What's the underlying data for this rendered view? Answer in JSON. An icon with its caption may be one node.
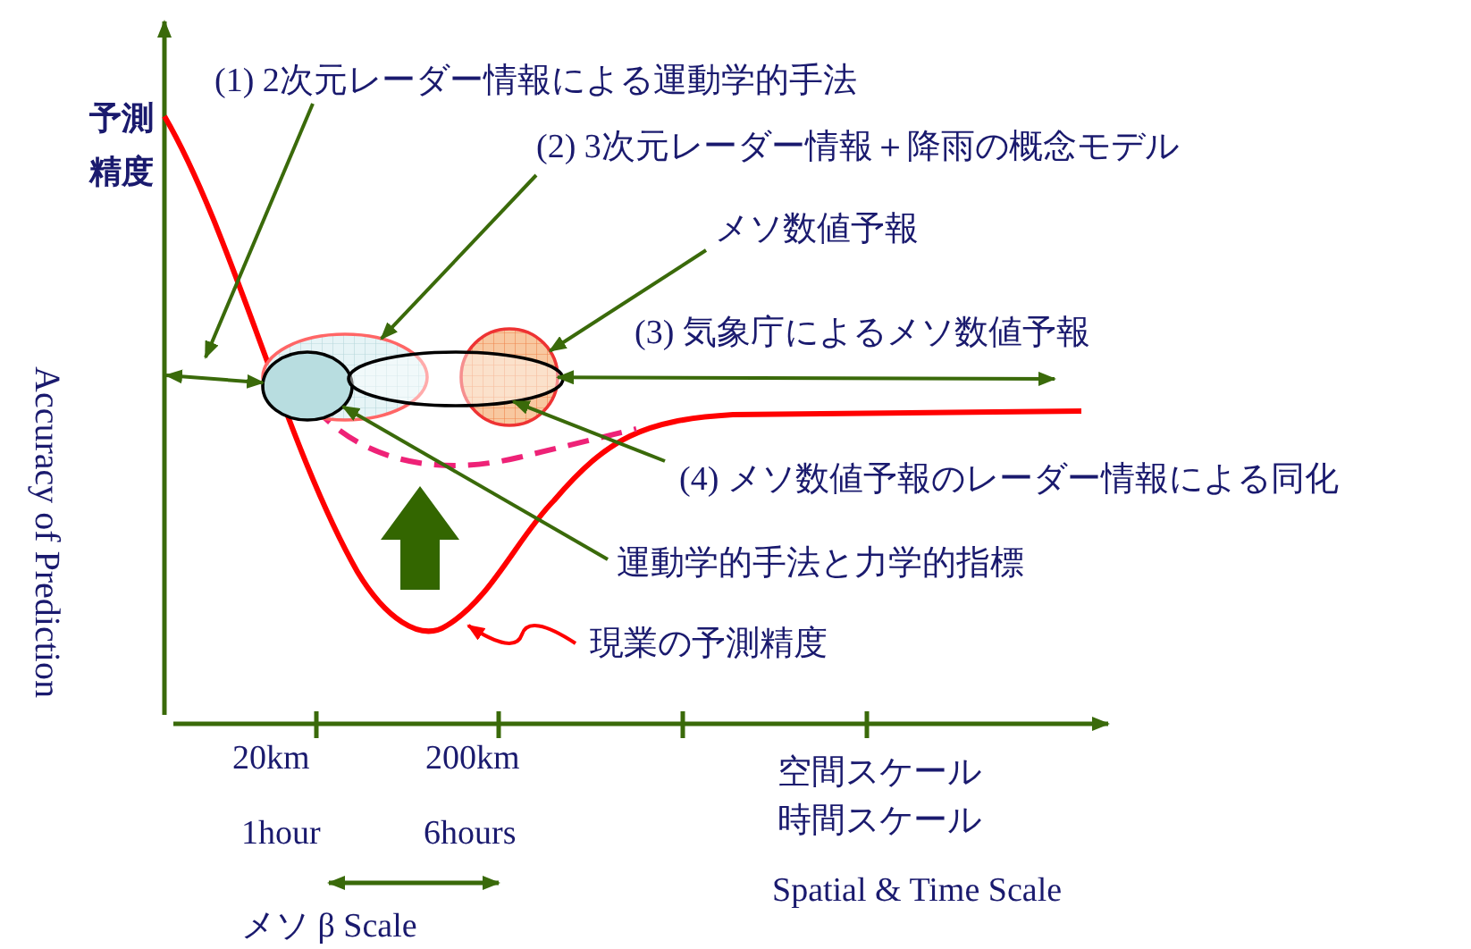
{
  "diagram": {
    "nodes": [
      {
        "text": [
          "(1) 2次元レーダー情報による運動学的手法"
        ]
      },
      {
        "text": [
          "(2) 3次元レーダー情報＋降雨の概念モデル"
        ]
      },
      {
        "text": [
          "メソ数値予報"
        ]
      },
      {
        "text": [
          "(3) 気象庁によるメソ数値予報"
        ]
      },
      {
        "text": [
          "(4) メソ数値予報のレーダー情報による同化"
        ]
      },
      {
        "text": [
          "運動学的手法と力学的指標"
        ]
      },
      {
        "text": [
          "現業の予測精度"
        ]
      },
      {
        "text": [],
        "shape": "ellipse"
      },
      {
        "text": [],
        "shape": "ellipse",
        "in": 7
      },
      {
        "text": [],
        "shape": "ellipse"
      },
      {
        "text": [],
        "shape": "circle"
      }
    ],
    "edges": [
      {
        "from": 0,
        "to": null,
        "arrow": "to"
      },
      {
        "from": 1,
        "to": 7,
        "arrow": "to"
      },
      {
        "from": 2,
        "to": 10,
        "arrow": "to"
      },
      {
        "from": null,
        "to": 8,
        "arrow": "both"
      },
      {
        "from": 10,
        "to": 3,
        "arrow": "both"
      },
      {
        "from": 4,
        "to": 9,
        "arrow": "to"
      },
      {
        "from": 5,
        "to": 8,
        "arrow": "to"
      },
      {
        "from": 6,
        "to": null,
        "arrow": "to",
        "color": "#ff0000"
      }
    ],
    "labels": [
      "予測精度",
      "Accuracy of Prediction",
      "20km",
      "200km",
      "1hour",
      "6hours",
      "空間スケール",
      "時間スケール",
      "Spatial & Time Scale",
      "メソ β Scale"
    ]
  }
}
